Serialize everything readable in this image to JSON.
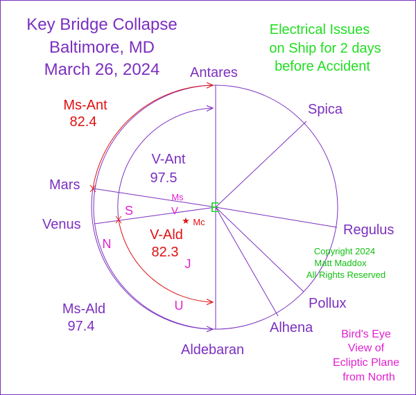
{
  "title": {
    "line1": "Key Bridge Collapse",
    "line2": "Baltimore, MD",
    "line3": "March 26, 2024"
  },
  "note": {
    "line1": "Electrical Issues",
    "line2": "on Ship for 2 days",
    "line3": "before Accident"
  },
  "stars": {
    "antares": "Antares",
    "spica": "Spica",
    "regulus": "Regulus",
    "pollux": "Pollux",
    "alhena": "Alhena",
    "aldebaran": "Aldebaran"
  },
  "planets": {
    "mars": "Mars",
    "venus": "Venus"
  },
  "arcs": {
    "ms_ant_label": "Ms-Ant",
    "ms_ant_value": "82.4",
    "v_ant_label": "V-Ant",
    "v_ant_value": "97.5",
    "v_ald_label": "V-Ald",
    "v_ald_value": "82.3",
    "ms_ald_label": "Ms-Ald",
    "ms_ald_value": "97.4"
  },
  "symbols": {
    "earth": "E",
    "mars_short": "Ms",
    "venus_short": "V",
    "mc": "Mc",
    "saturn": "S",
    "neptune": "N",
    "jupiter": "J",
    "uranus": "U",
    "star_glyph": "★"
  },
  "copyright": {
    "line1": "Copyright 2024",
    "line2": "Matt Maddox",
    "line3": "All Rights Reserved"
  },
  "caption": {
    "line1": "Bird's Eye",
    "line2": "View of",
    "line3": "Ecliptic Plane",
    "line4": "from North"
  },
  "colors": {
    "purple": "#7b2fbf",
    "red": "#e01010",
    "green": "#22dd22",
    "magenta": "#e020d0",
    "copyright_green": "#10c010"
  }
}
